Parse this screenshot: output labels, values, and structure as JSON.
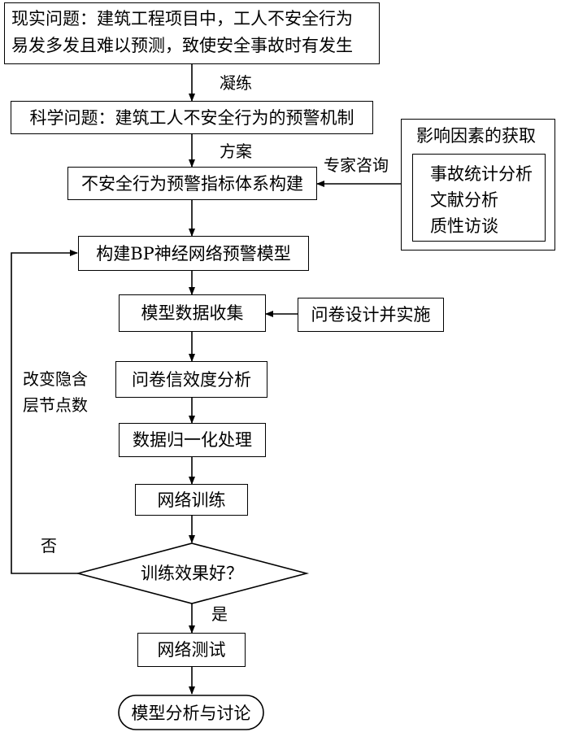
{
  "nodes": {
    "real_problem_line1": "现实问题：建筑工程项目中，工人不安全行为",
    "real_problem_line2": "易发多发且难以预测，致使安全事故时有发生",
    "scientific_problem": "科学问题：建筑工人不安全行为的预警机制",
    "indicator_system": "不安全行为预警指标体系构建",
    "bp_model": "构建BP神经网络预警模型",
    "data_collection": "模型数据收集",
    "questionnaire_design": "问卷设计并实施",
    "reliability_validity": "问卷信效度分析",
    "normalization": "数据归一化处理",
    "network_training": "网络训练",
    "training_decision": "训练效果好？",
    "network_test": "网络测试",
    "model_analysis": "模型分析与讨论",
    "factors_title": "影响因素的获取",
    "factors_items": [
      "事故统计分析",
      "文献分析",
      "质性访谈"
    ]
  },
  "labels": {
    "refine": "凝练",
    "plan": "方案",
    "expert": "专家咨询",
    "change_hidden_line1": "改变隐含",
    "change_hidden_line2": "层节点数",
    "no": "否",
    "yes": "是"
  }
}
